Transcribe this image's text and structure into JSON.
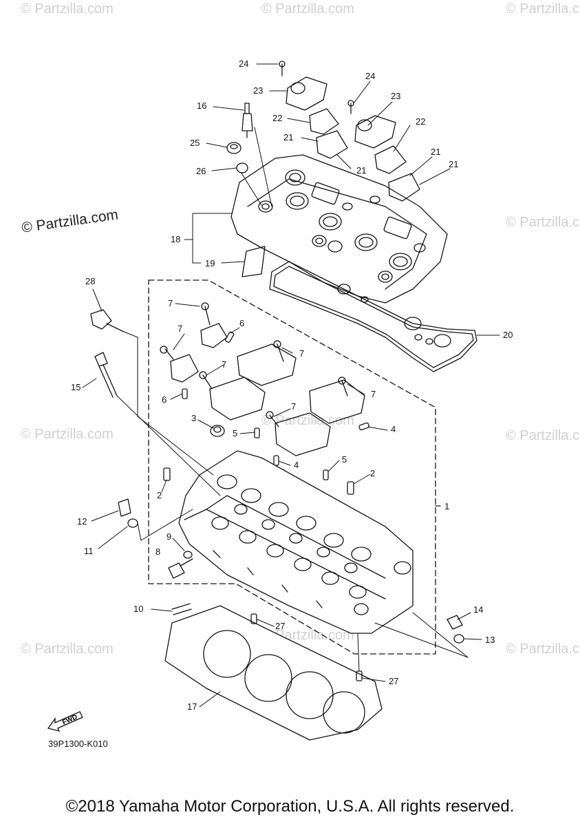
{
  "watermark": "© Partzilla.com",
  "logo_text": "© Partzilla.com",
  "diagram_code": "39P1300-K010",
  "copyright": "©2018 Yamaha Motor Corporation, U.S.A. All rights reserved.",
  "fwd_label": "FWD",
  "callouts": [
    {
      "id": "c24a",
      "text": "24"
    },
    {
      "id": "c23a",
      "text": "23"
    },
    {
      "id": "c24b",
      "text": "24"
    },
    {
      "id": "c23b",
      "text": "23"
    },
    {
      "id": "c16",
      "text": "16"
    },
    {
      "id": "c22a",
      "text": "22"
    },
    {
      "id": "c22b",
      "text": "22"
    },
    {
      "id": "c21a",
      "text": "21"
    },
    {
      "id": "c21b",
      "text": "21"
    },
    {
      "id": "c21c",
      "text": "21"
    },
    {
      "id": "c21d",
      "text": "21"
    },
    {
      "id": "c25",
      "text": "25"
    },
    {
      "id": "c26",
      "text": "26"
    },
    {
      "id": "c18",
      "text": "18"
    },
    {
      "id": "c19",
      "text": "19"
    },
    {
      "id": "c20",
      "text": "20"
    },
    {
      "id": "c28",
      "text": "28"
    },
    {
      "id": "c7a",
      "text": "7"
    },
    {
      "id": "c6a",
      "text": "6"
    },
    {
      "id": "c7b",
      "text": "7"
    },
    {
      "id": "c7c",
      "text": "7"
    },
    {
      "id": "c7d",
      "text": "7"
    },
    {
      "id": "c15",
      "text": "15"
    },
    {
      "id": "c6b",
      "text": "6"
    },
    {
      "id": "c7e",
      "text": "7"
    },
    {
      "id": "c3",
      "text": "3"
    },
    {
      "id": "c7f",
      "text": "7"
    },
    {
      "id": "c5a",
      "text": "5"
    },
    {
      "id": "c4a",
      "text": "4"
    },
    {
      "id": "c4b",
      "text": "4"
    },
    {
      "id": "c5b",
      "text": "5"
    },
    {
      "id": "c2a",
      "text": "2"
    },
    {
      "id": "c2b",
      "text": "2"
    },
    {
      "id": "c1",
      "text": "1"
    },
    {
      "id": "c12",
      "text": "12"
    },
    {
      "id": "c11",
      "text": "11"
    },
    {
      "id": "c9",
      "text": "9"
    },
    {
      "id": "c8",
      "text": "8"
    },
    {
      "id": "c10",
      "text": "10"
    },
    {
      "id": "c27a",
      "text": "27"
    },
    {
      "id": "c14",
      "text": "14"
    },
    {
      "id": "c13",
      "text": "13"
    },
    {
      "id": "c27b",
      "text": "27"
    },
    {
      "id": "c17",
      "text": "17"
    }
  ]
}
